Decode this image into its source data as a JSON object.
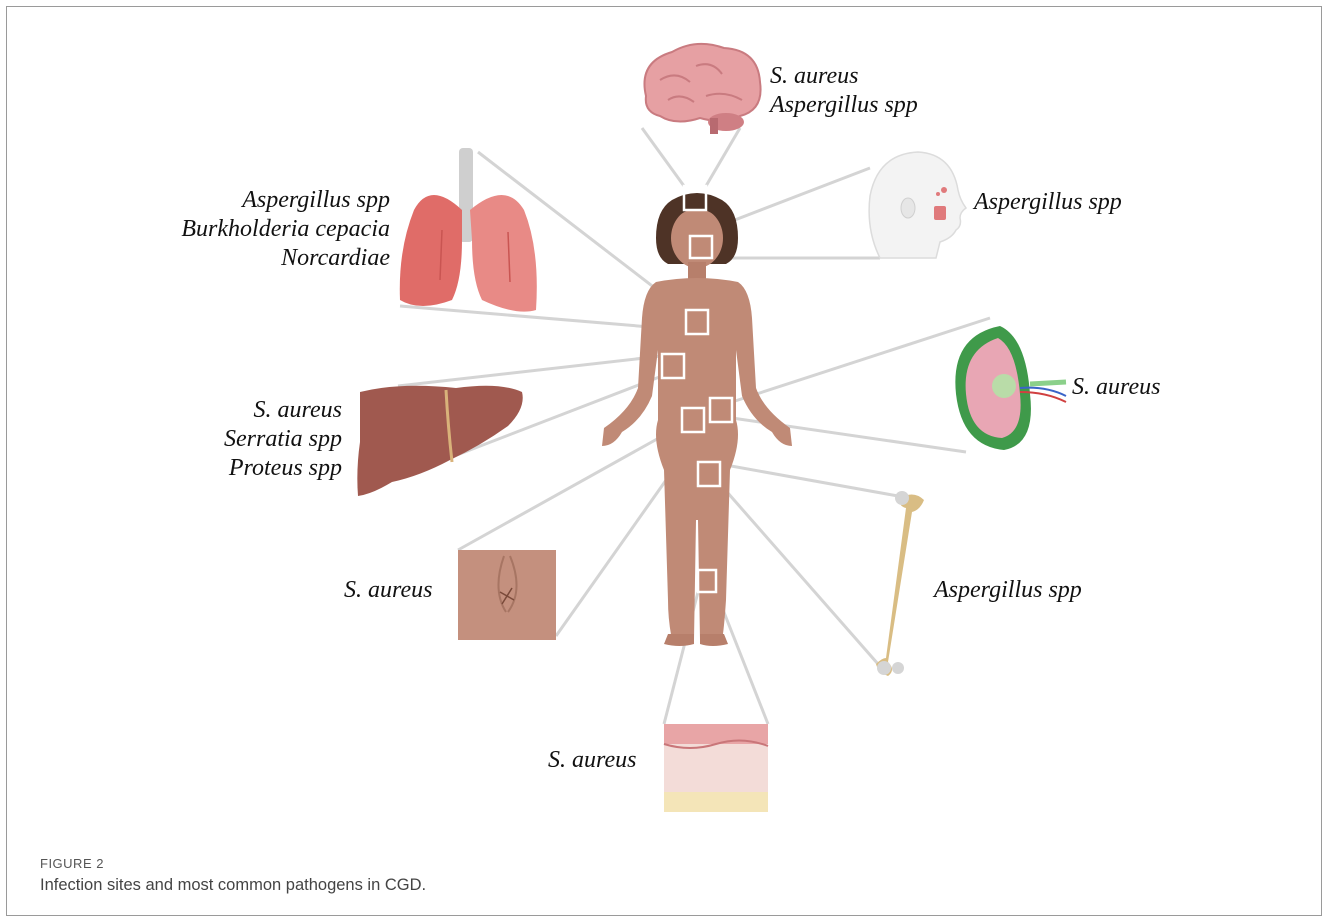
{
  "labels": {
    "brain": [
      "S. aureus",
      "Aspergillus spp"
    ],
    "lungs": [
      "Aspergillus spp",
      "Burkholderia cepacia",
      "Norcardiae"
    ],
    "sinus": [
      "Aspergillus spp"
    ],
    "liver": [
      "S. aureus",
      "Serratia spp",
      "Proteus spp"
    ],
    "lymph_node": [
      "S. aureus"
    ],
    "perianal": [
      "S. aureus"
    ],
    "bone": [
      "Aspergillus spp"
    ],
    "skin": [
      "S. aureus"
    ]
  },
  "caption": {
    "title": "FIGURE 2",
    "text": "Infection sites and most common pathogens in CGD."
  },
  "colors": {
    "connector": "#d4d4d4",
    "body_skin": "#c08a76",
    "hair": "#4e3326",
    "lung": "#e06c68",
    "liver": "#a0594f",
    "brain": "#e6a0a3",
    "bone": "#d9bd84",
    "lymph_green": "#3f9a4a"
  }
}
